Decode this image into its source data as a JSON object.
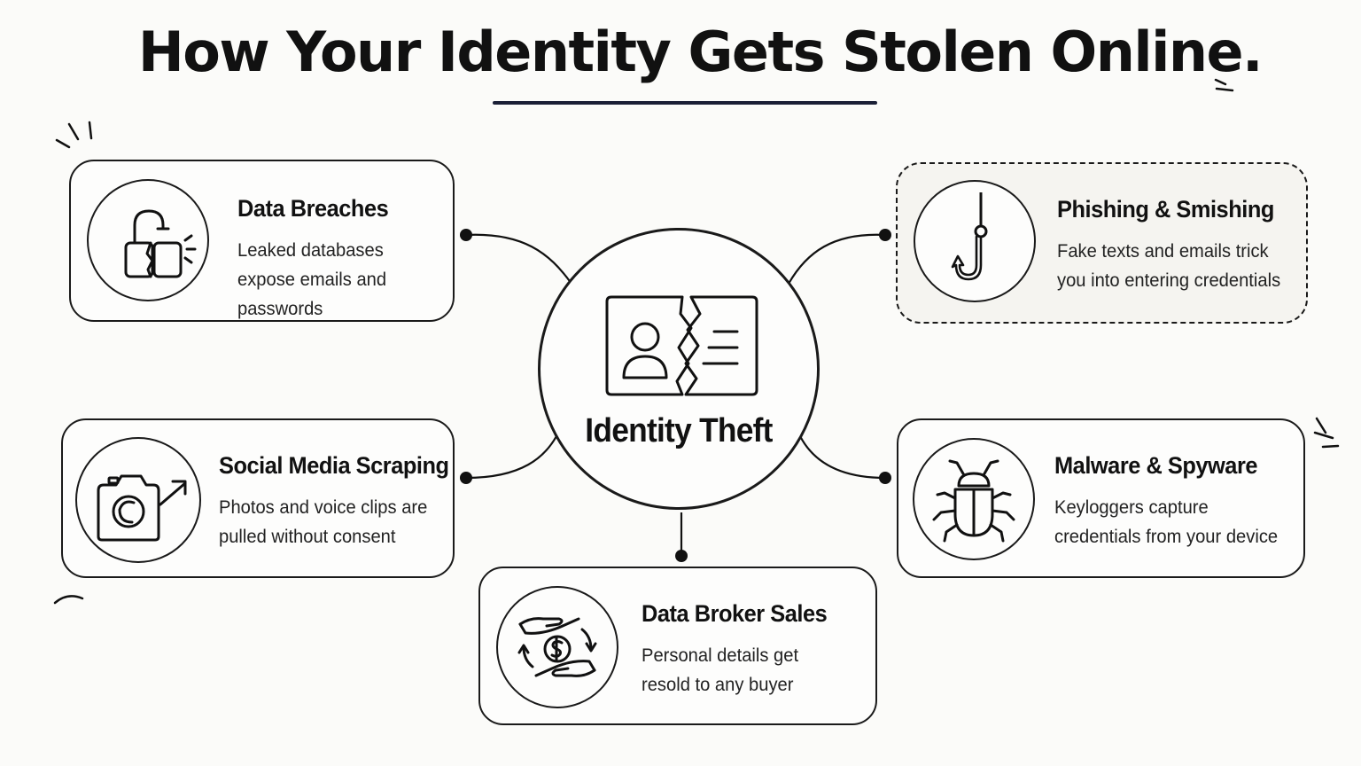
{
  "title": "How Your Identity Gets Stolen Online.",
  "hub": {
    "label": "Identity Theft",
    "icon": "broken-id-card-icon"
  },
  "cards": {
    "breaches": {
      "title": "Data Breaches",
      "desc": "Leaked databases expose emails and passwords",
      "icon": "broken-padlock-icon"
    },
    "phishing": {
      "title": "Phishing & Smishing",
      "desc": "Fake texts and emails trick you into entering credentials",
      "icon": "fishing-hook-icon"
    },
    "social": {
      "title": "Social Media Scraping",
      "desc": "Photos and voice clips are pulled without consent",
      "icon": "camera-icon"
    },
    "malware": {
      "title": "Malware & Spyware",
      "desc": "Keyloggers capture credentials from your device",
      "icon": "bug-icon"
    },
    "broker": {
      "title": "Data Broker Sales",
      "desc": "Personal details get resold to any buyer",
      "icon": "money-exchange-icon"
    }
  },
  "colors": {
    "ink": "#111111",
    "accent": "#1a1f36",
    "dashed_card_bg": "#f5f4f0"
  }
}
